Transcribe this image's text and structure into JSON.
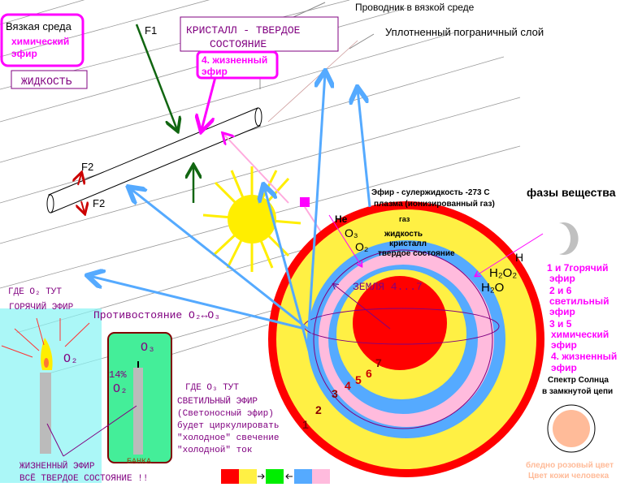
{
  "labels": {
    "viscous_medium": "Вязкая среда",
    "chemical_ether": "химический",
    "chemical_ether_2": "эфир",
    "liquid": "ЖИДКОСТЬ",
    "f1": "F1",
    "f2_top": "F2",
    "f2_bottom": "F2",
    "crystal_line1": "КРИСТАЛЛ - ТВЕРДОЕ",
    "crystal_line2": "СОСТОЯНИЕ",
    "life_ether_1": "4. жизненный",
    "life_ether_2": "эфир",
    "conductor": "Проводник в вязкой среде",
    "boundary_layer": "Уплотненный пограничный слой"
  },
  "sphere": {
    "ether_superfluid": "Эфир - сулержидкость -273 С",
    "plasma": "плазма (ионизированный газ)",
    "gas": "газ",
    "liquid": "жидкость",
    "crystal": "кристалл",
    "solid": "твердое состояние",
    "earth": "ЗЕМЛЯ 4...7",
    "he": "He",
    "o3": "O₃",
    "o2": "O₂",
    "h": "H",
    "h2o2": "H₂O₂",
    "h2o": "H₂O",
    "ring_numbers": [
      "1",
      "2",
      "3",
      "4",
      "5",
      "6",
      "7"
    ],
    "colors": {
      "red": "#ff0000",
      "yellow": "#fff044",
      "blue": "#55aaff",
      "pink": "#ffbbdd"
    }
  },
  "legend": {
    "title": "фазы вещества",
    "items": [
      "1 и 7горячий",
      "эфир",
      "2 и 6",
      "светильный",
      "эфир",
      "3 и 5",
      "химический",
      "эфир",
      "4. жизненный",
      "эфир"
    ],
    "spectrum_1": "Спектр Солнца",
    "spectrum_2": "в замкнутой цепи",
    "pale_pink": "бледно розовый цвет",
    "skin_color": "Цвет кожи человека"
  },
  "bottom_left": {
    "where_o2": "ГДЕ O₂ ТУТ",
    "hot_ether": "ГОРЯЧИЙ ЭФИР",
    "opposition": "Противостояние O₂↔O₃",
    "o2_label": "O₂",
    "o3_label": "O₃",
    "percent_14": "14%",
    "o2_jar": "O₂",
    "jar": "БАНКА",
    "life_ether": "ЖИЗНЕННЫЙ ЭФИР",
    "all_solid": "ВСЁ ТВЕРДОЕ СОСТОЯНИЕ !!",
    "where_o3": "ГДЕ O₃ ТУТ",
    "light_ether": "СВЕТИЛЬНЫЙ ЭФИР",
    "luminiferous": "(Светоносный эфир)",
    "circulate": "будет циркулировать",
    "cold_glow": "\"холодное\" свечение",
    "cold_current": "\"холодной\" ток"
  },
  "color_strip": [
    "#ff0000",
    "#fff044",
    "#00ee00",
    "#55aaff",
    "#ffbbdd"
  ]
}
